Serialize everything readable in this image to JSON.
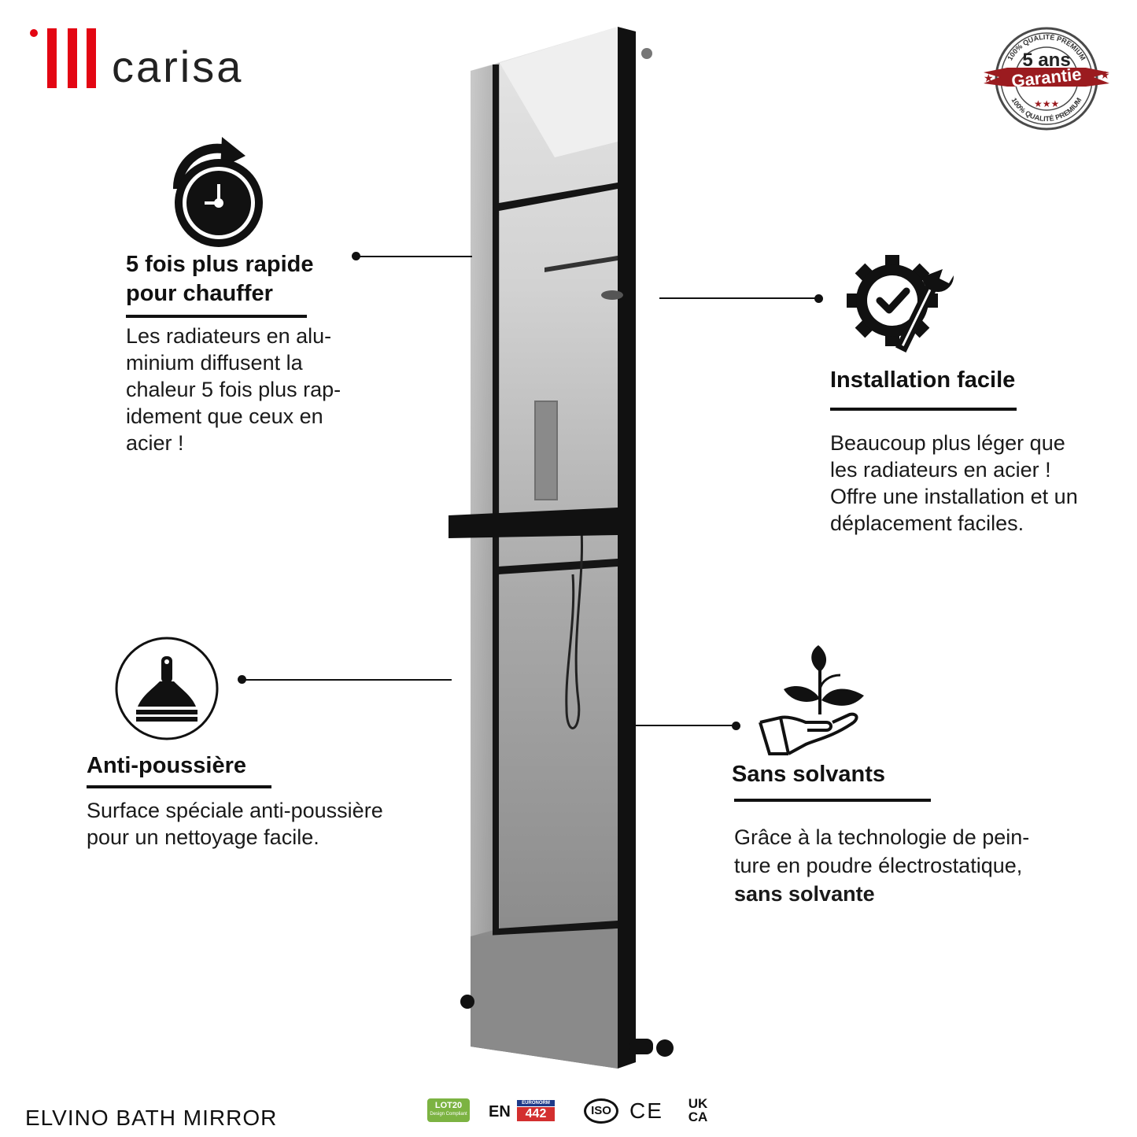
{
  "brand": {
    "name": "carisa",
    "color": "#e30613"
  },
  "badge": {
    "top_arc": "100% QUALITÉ PREMIUM",
    "years": "5 ans",
    "ribbon": "Garantie",
    "bottom_arc": "100% QUALITÉ PREMIUM",
    "ribbon_color": "#9b1b1f"
  },
  "features": {
    "heat": {
      "icon": "clock-arrow-icon",
      "title_line1": "5 fois plus rapide",
      "title_line2": "pour chauffer",
      "body_lines": [
        "Les radiateurs en alu-",
        "minium diffusent la",
        "chaleur 5 fois plus rap-",
        "idement que ceux en",
        "acier !"
      ]
    },
    "install": {
      "icon": "gear-wrench-icon",
      "title": "Installation facile",
      "body_lines": [
        "Beaucoup plus léger que",
        "les radiateurs en acier !",
        "Offre une installation et un",
        "déplacement faciles."
      ]
    },
    "dust": {
      "icon": "duster-icon",
      "title": "Anti-poussière",
      "body_lines": [
        "Surface spéciale anti-poussière",
        "pour un nettoyage facile."
      ]
    },
    "solvent": {
      "icon": "plant-hand-icon",
      "title": "Sans solvants",
      "body_lines": [
        "Grâce à la technologie de pein-",
        "ture en poudre électrostatique,"
      ],
      "body_bold": "sans solvante"
    }
  },
  "product_name": "ELVINO BATH MIRROR",
  "certifications": {
    "lot20": "LOT20",
    "lot20_sub": "Design Compliant",
    "en": "EN",
    "euronorm": "EURONORM",
    "en_number": "442",
    "iso": "ISO",
    "ce": "CE",
    "ukca_top": "UK",
    "ukca_bottom": "CA"
  }
}
